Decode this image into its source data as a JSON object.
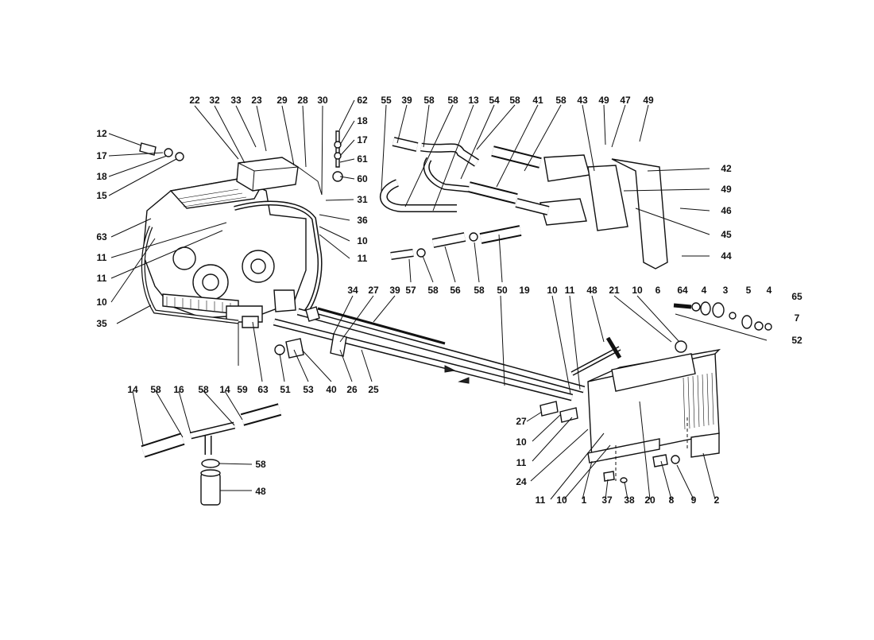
{
  "diagram": {
    "labels": [
      "22",
      "32",
      "33",
      "23",
      "29",
      "28",
      "30",
      "62",
      "18",
      "17",
      "61",
      "60",
      "12",
      "17",
      "18",
      "15",
      "31",
      "36",
      "10",
      "11",
      "63",
      "11",
      "11",
      "10",
      "35",
      "55",
      "39",
      "58",
      "58",
      "13",
      "54",
      "58",
      "41",
      "58",
      "43",
      "49",
      "47",
      "49",
      "42",
      "49",
      "46",
      "45",
      "44",
      "57",
      "58",
      "56",
      "58",
      "50",
      "34",
      "27",
      "39",
      "19",
      "10",
      "11",
      "48",
      "21",
      "10",
      "6",
      "64",
      "4",
      "3",
      "5",
      "4",
      "65",
      "7",
      "52",
      "59",
      "63",
      "51",
      "53",
      "40",
      "26",
      "25",
      "14",
      "58",
      "16",
      "58",
      "14",
      "58",
      "48",
      "27",
      "10",
      "11",
      "24",
      "11",
      "10",
      "1",
      "37",
      "38",
      "20",
      "8",
      "9",
      "2"
    ],
    "colors": {
      "ink": "#111111",
      "paper": "#ffffff"
    }
  }
}
